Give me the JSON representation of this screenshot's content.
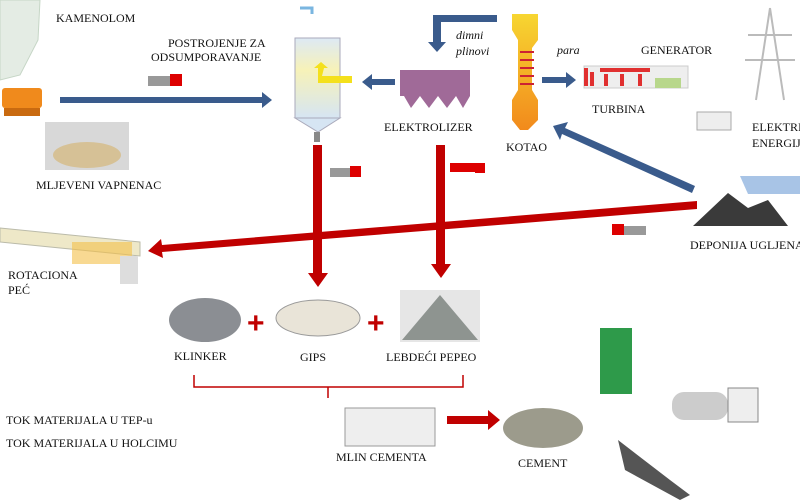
{
  "labels": {
    "kamenolom": "KAMENOLOM",
    "postrojenje_1": "POSTROJENJE ZA",
    "postrojenje_2": "ODSUMPORAVANJE",
    "mljeveni": "MLJEVENI VAPNENAC",
    "elektrolizer": "ELEKTROLIZER",
    "dimni_1": "dimni",
    "dimni_2": "plinovi",
    "para": "para",
    "kotao": "KOTAO",
    "generator": "GENERATOR",
    "turbina": "TURBINA",
    "energija_1": "ELEKTRIČNA",
    "energija_2": "ENERGIJA",
    "deponija": "DEPONIJA UGLJENA",
    "rotaciona_1": "ROTACIONA",
    "rotaciona_2": "PEĆ",
    "klinker": "KLINKER",
    "gips": "GIPS",
    "pepeo": "LEBDEĆI PEPEO",
    "mlin": "MLIN CEMENTA",
    "cement": "CEMENT"
  },
  "legend": {
    "tep": "TOK MATERIJALA U TEP-u",
    "holcim": "TOK MATERIJALA U HOLCIMU"
  },
  "colors": {
    "tep_flow": "#3a5b8c",
    "holcim_flow": "#c00000"
  }
}
